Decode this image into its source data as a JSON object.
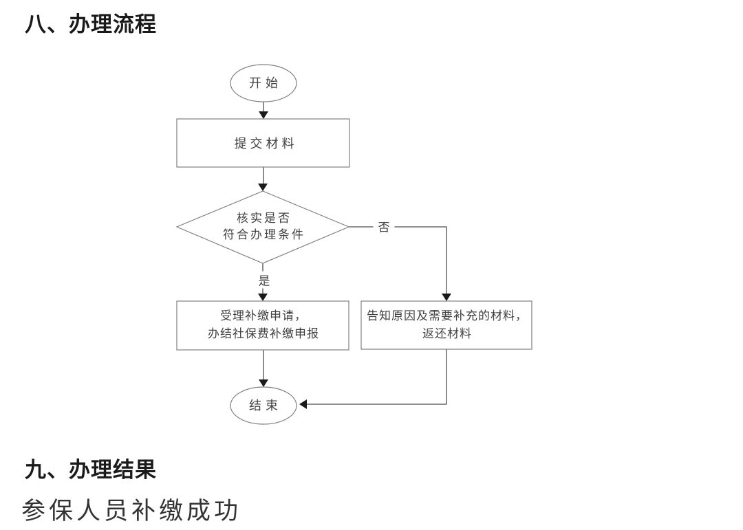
{
  "document": {
    "section_process_title": "八、办理流程",
    "section_result_title": "九、办理结果",
    "section_result_body": "参保人员补缴成功"
  },
  "flowchart": {
    "type": "flowchart",
    "nodes": {
      "start": {
        "shape": "ellipse",
        "label": "开始"
      },
      "submit": {
        "shape": "rect",
        "label": "提交材料"
      },
      "decision": {
        "shape": "diamond",
        "label": "核实是否\n符合办理条件"
      },
      "accept": {
        "shape": "rect",
        "label": "受理补缴申请，\n办结社保费补缴申报"
      },
      "notify": {
        "shape": "rect",
        "label": "告知原因及需要补充的材料，\n返还材料"
      },
      "end": {
        "shape": "ellipse",
        "label": "结束"
      }
    },
    "edge_labels": {
      "yes": "是",
      "no": "否"
    },
    "edges": [
      {
        "from": "start",
        "to": "submit"
      },
      {
        "from": "submit",
        "to": "decision"
      },
      {
        "from": "decision",
        "to": "accept",
        "label": "是"
      },
      {
        "from": "decision",
        "to": "notify",
        "label": "否"
      },
      {
        "from": "accept",
        "to": "end"
      },
      {
        "from": "notify",
        "to": "end"
      }
    ],
    "colors": {
      "background": "#ffffff",
      "heading_text": "#1a1a1a",
      "body_text": "#333333",
      "node_border": "#7f7f7f",
      "connector": "#4d4d4d",
      "arrowhead": "#1a1a1a",
      "node_text": "#404040"
    }
  }
}
